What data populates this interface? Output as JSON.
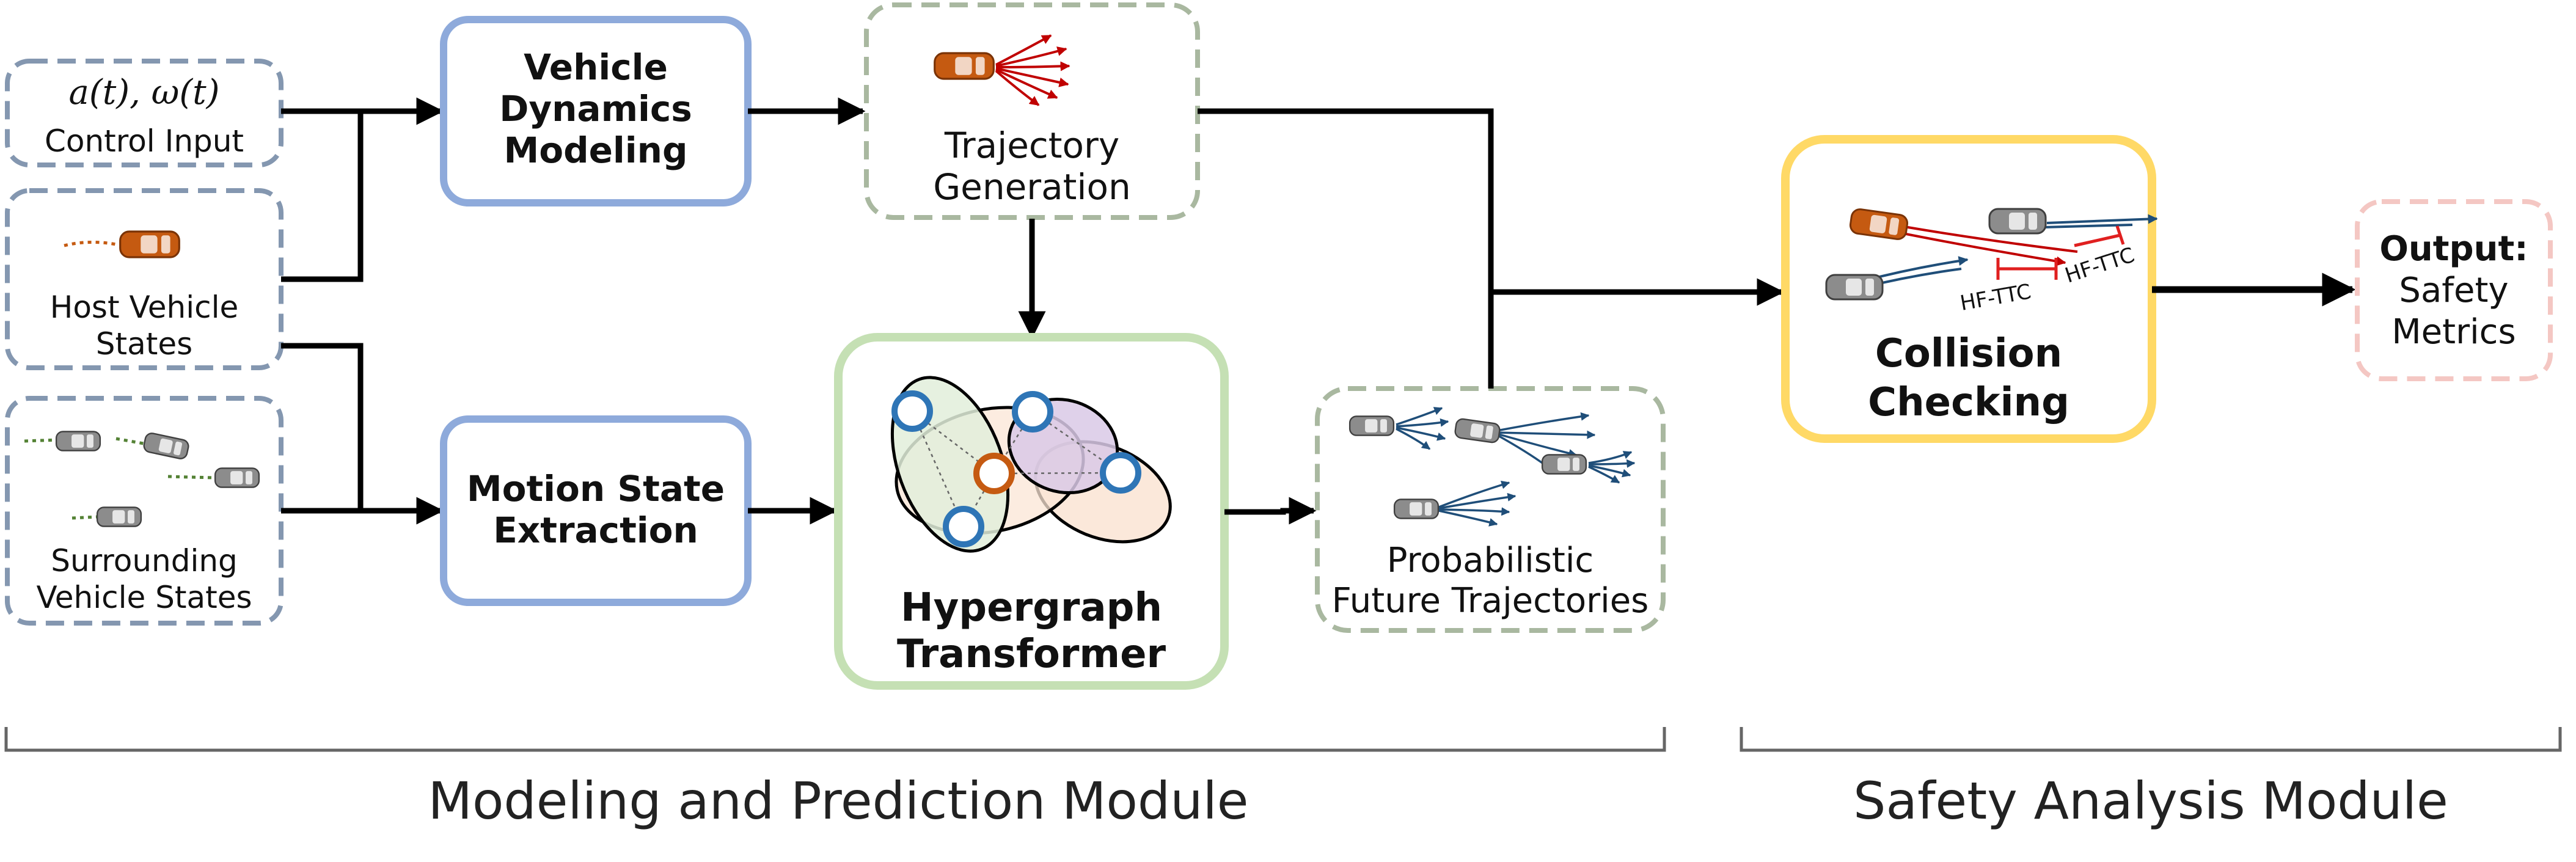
{
  "inputs": {
    "control_math": "a(t), ω(t)",
    "control_label": "Control Input",
    "host_label": [
      "Host Vehicle",
      "States"
    ],
    "surrounding_label": [
      "Surrounding",
      "Vehicle States"
    ]
  },
  "blocks": {
    "vehicle_dynamics": [
      "Vehicle",
      "Dynamics",
      "Modeling"
    ],
    "trajectory_generation": [
      "Trajectory",
      "Generation"
    ],
    "motion_state": [
      "Motion State",
      "Extraction"
    ],
    "hypergraph": [
      "Hypergraph",
      "Transformer"
    ],
    "probabilistic": [
      "Probabilistic",
      "Future Trajectories"
    ],
    "collision": [
      "Collision",
      "Checking"
    ],
    "hf_ttc_1": "HF-TTC",
    "hf_ttc_2": "HF-TTC",
    "output_bold": "Output:",
    "output_rest": [
      "Safety",
      "Metrics"
    ]
  },
  "modules": {
    "left": "Modeling and Prediction Module",
    "right": "Safety Analysis Module"
  },
  "colors": {
    "blue_border": "#8eaadb",
    "green_border": "#c5e0b4",
    "grey_dash": "#8497b0",
    "green_dash": "#a9b8a0",
    "yellow_border": "#ffd966",
    "pink_dash": "#f4c7c3",
    "orange_car": "#c55a11",
    "grey_car": "#7f7f7f",
    "red_traj": "#c00000",
    "blue_traj": "#1f4e79"
  }
}
